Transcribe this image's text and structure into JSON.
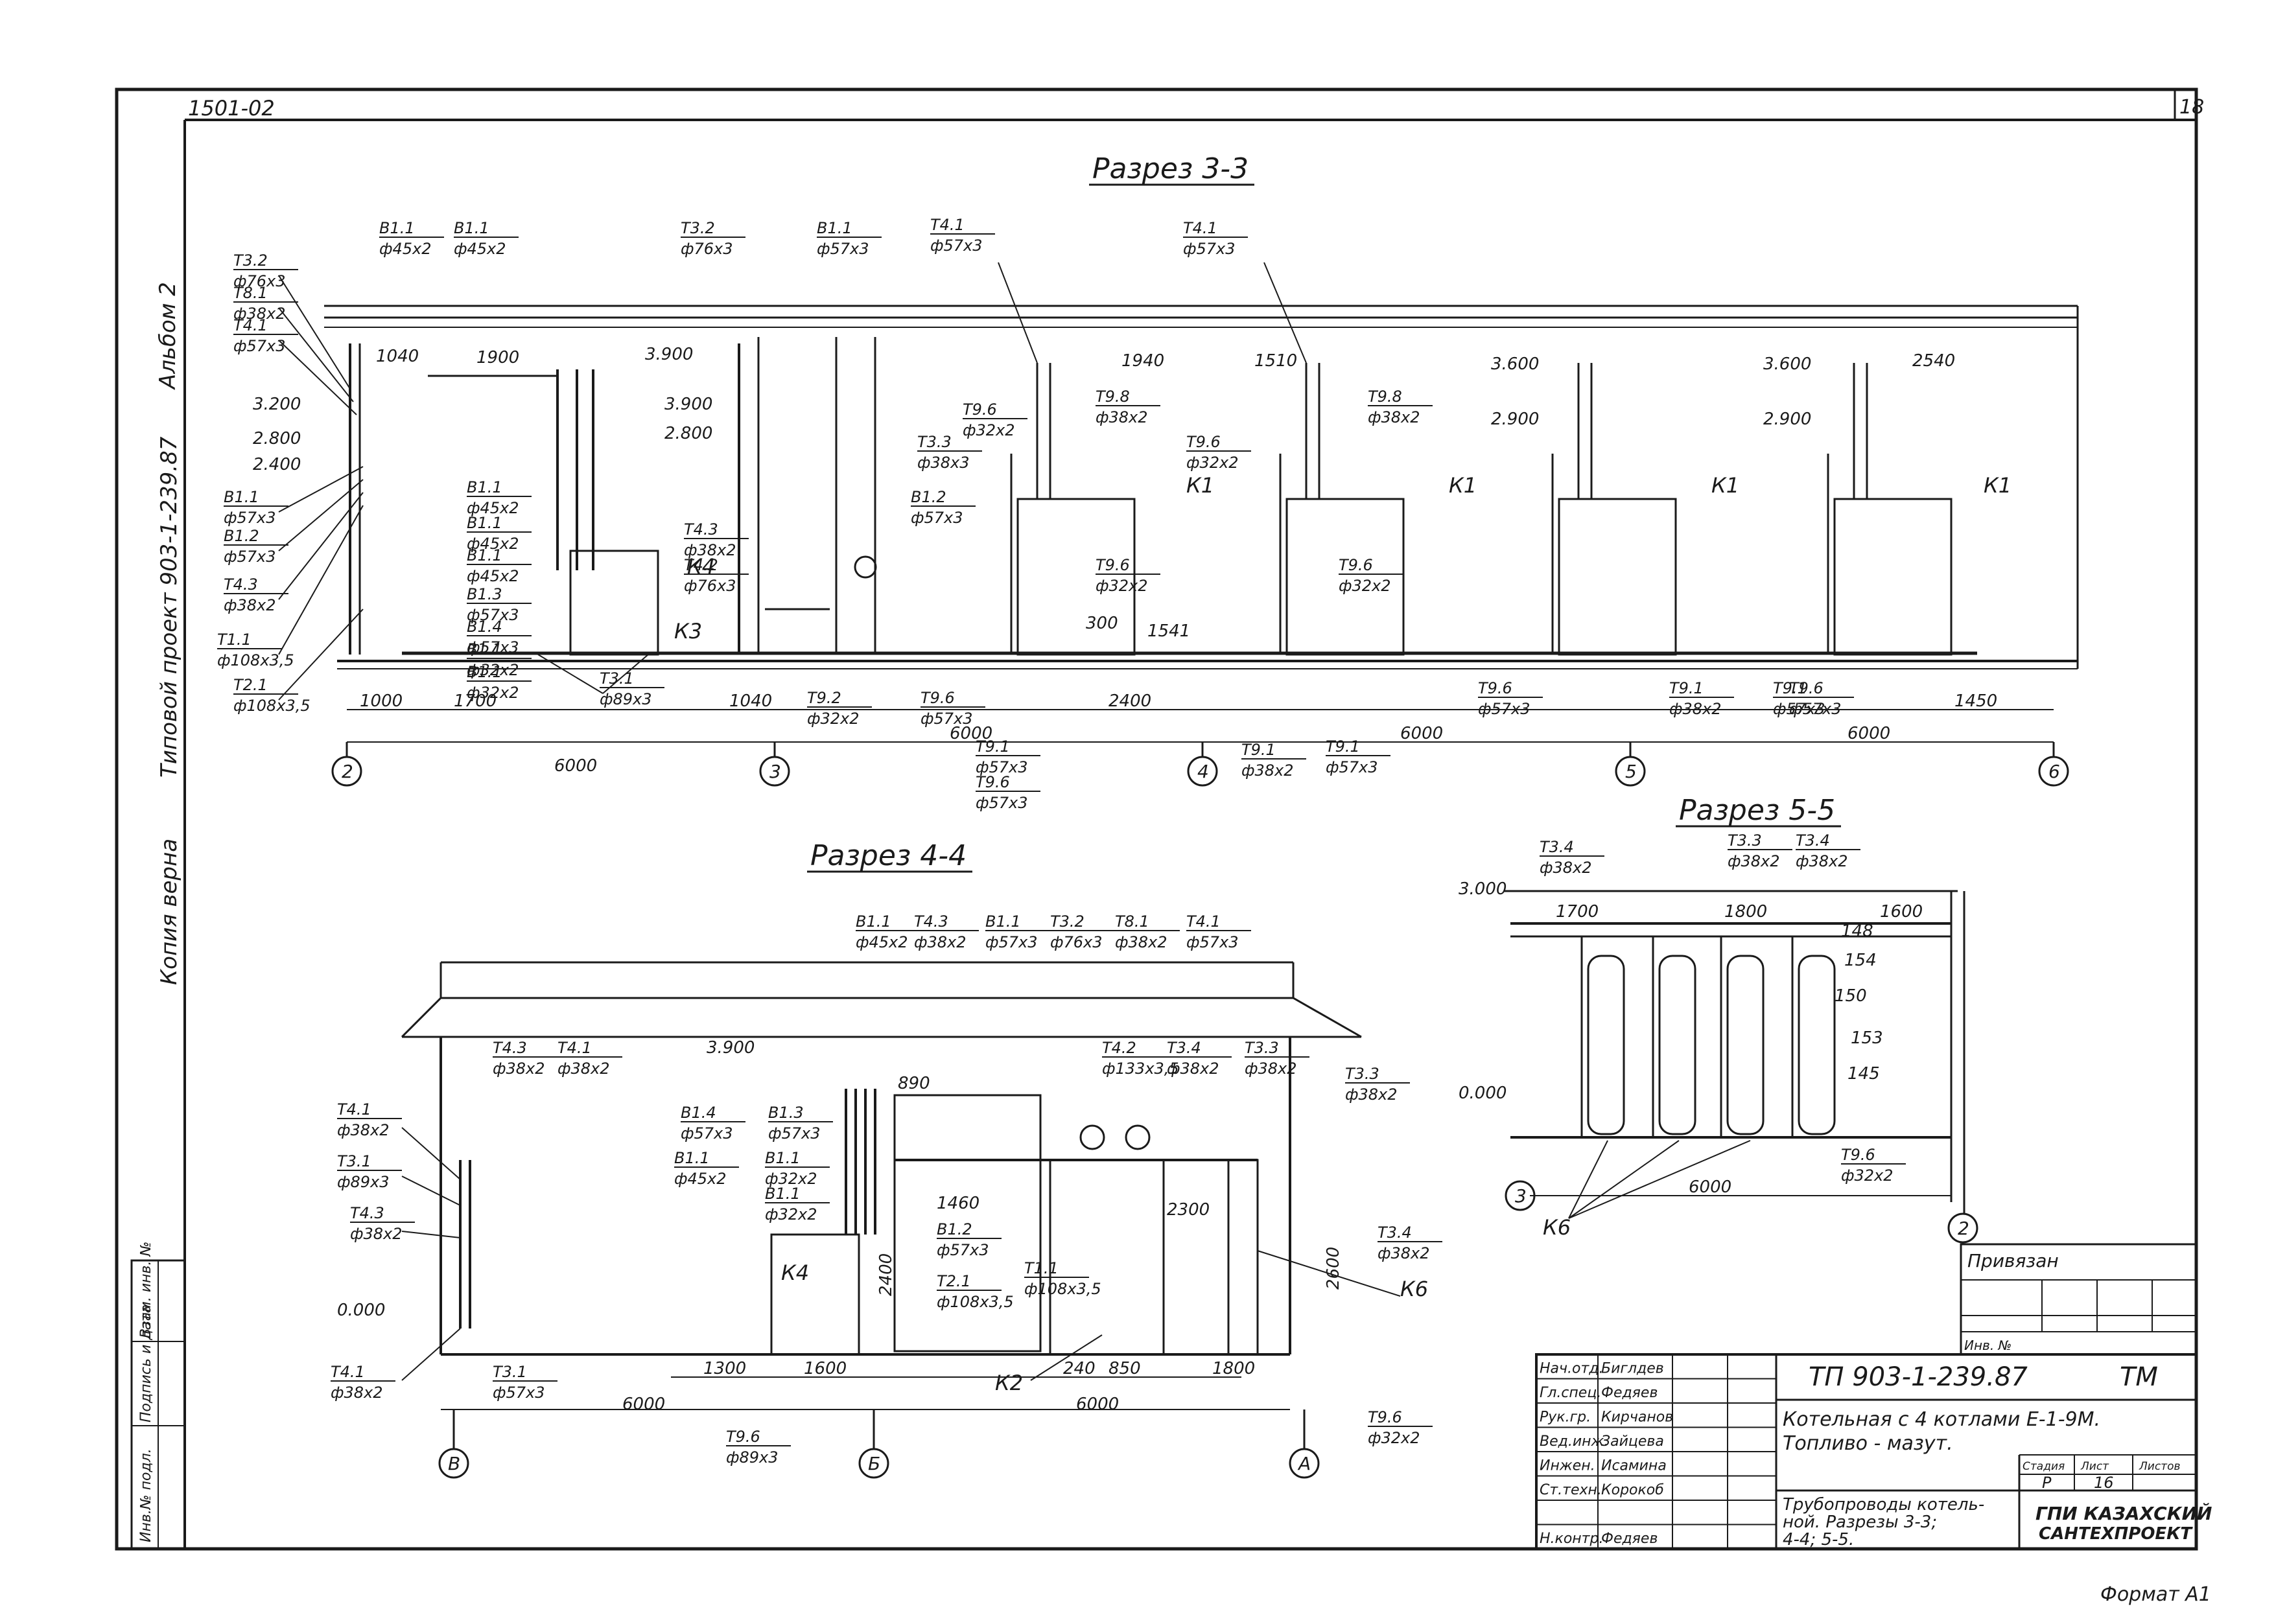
{
  "header": {
    "album_code": "1501-02",
    "sheet_corner": "18"
  },
  "margin_notes": {
    "album": "Альбом 2",
    "project": "Типовой проект 903-1-239.87",
    "copy": "Копия верна"
  },
  "sections": {
    "s33": {
      "title": "Разрез 3-3",
      "axes": [
        "2",
        "3",
        "4",
        "5",
        "6"
      ],
      "spans": [
        "6000",
        "6000",
        "6000",
        "6000"
      ],
      "dims": [
        "1000",
        "1700",
        "1040",
        "2400",
        "1450",
        "1900",
        "1940",
        "1510",
        "2540",
        "1040",
        "300",
        "1541"
      ],
      "levels": [
        "3.900",
        "3.900",
        "3.200",
        "2.800",
        "2.400",
        "2.800",
        "3.600",
        "2.900",
        "3.600",
        "2.900"
      ],
      "equipment": [
        "К1",
        "К1",
        "К1",
        "К1",
        "К3",
        "К4"
      ],
      "labels": [
        {
          "t": "Т3.2",
          "d": "ф76х3"
        },
        {
          "t": "Т8.1",
          "d": "ф38х2"
        },
        {
          "t": "Т4.1",
          "d": "ф57х3"
        },
        {
          "t": "В1.1",
          "d": "ф57х3"
        },
        {
          "t": "В1.2",
          "d": "ф57х3"
        },
        {
          "t": "Т4.3",
          "d": "ф38х2"
        },
        {
          "t": "Т1.1",
          "d": "ф108х3,5"
        },
        {
          "t": "Т2.1",
          "d": "ф108х3,5"
        },
        {
          "t": "В1.1",
          "d": "ф45х2"
        },
        {
          "t": "В1.1",
          "d": "ф45х2"
        },
        {
          "t": "В1.1",
          "d": "ф45х2"
        },
        {
          "t": "В1.1",
          "d": "ф45х2"
        },
        {
          "t": "В1.1",
          "d": "ф45х2"
        },
        {
          "t": "В1.3",
          "d": "ф57х3"
        },
        {
          "t": "В1.4",
          "d": "ф57х3"
        },
        {
          "t": "В1.1",
          "d": "ф32х2"
        },
        {
          "t": "В1.1",
          "d": "ф32х2"
        },
        {
          "t": "Т3.1",
          "d": "ф89х3"
        },
        {
          "t": "Т3.2",
          "d": "ф76х3"
        },
        {
          "t": "Т4.3",
          "d": "ф38х2"
        },
        {
          "t": "Т4.2",
          "d": "ф76х3"
        },
        {
          "t": "В1.1",
          "d": "ф57х3"
        },
        {
          "t": "Т3.3",
          "d": "ф38х3"
        },
        {
          "t": "В1.2",
          "d": "ф57х3"
        },
        {
          "t": "Т9.2",
          "d": "ф32х2"
        },
        {
          "t": "Т9.6",
          "d": "ф57х3"
        },
        {
          "t": "Т4.1",
          "d": "ф57х3"
        },
        {
          "t": "Т9.6",
          "d": "ф32х2"
        },
        {
          "t": "Т9.8",
          "d": "ф38х2"
        },
        {
          "t": "Т9.6",
          "d": "ф32х2"
        },
        {
          "t": "Т9.1",
          "d": "ф57х3"
        },
        {
          "t": "Т9.6",
          "d": "ф57х3"
        },
        {
          "t": "Т4.1",
          "d": "ф57х3"
        },
        {
          "t": "Т9.6",
          "d": "ф32х2"
        },
        {
          "t": "Т9.8",
          "d": "ф38х2"
        },
        {
          "t": "Т9.6",
          "d": "ф32х2"
        },
        {
          "t": "Т9.1",
          "d": "ф38х2"
        },
        {
          "t": "Т9.1",
          "d": "ф57х3"
        },
        {
          "t": "Т9.6",
          "d": "ф57х3"
        },
        {
          "t": "Т9.1",
          "d": "ф38х2"
        },
        {
          "t": "Т9.1",
          "d": "ф57х3"
        },
        {
          "t": "Т9.6",
          "d": "ф57х3"
        }
      ]
    },
    "s44": {
      "title": "Разрез 4-4",
      "axes": [
        "В",
        "Б",
        "А"
      ],
      "spans": [
        "6000",
        "6000"
      ],
      "dims": [
        "1300",
        "1600",
        "240",
        "850",
        "1800",
        "890",
        "1460",
        "2300",
        "2400",
        "2600"
      ],
      "levels": [
        "3.900",
        "0.000"
      ],
      "equipment": [
        "К4",
        "К2",
        "К6"
      ],
      "labels": [
        {
          "t": "В1.1",
          "d": "ф45х2"
        },
        {
          "t": "Т4.3",
          "d": "ф38х2"
        },
        {
          "t": "В1.1",
          "d": "ф57х3"
        },
        {
          "t": "Т3.2",
          "d": "ф76х3"
        },
        {
          "t": "Т8.1",
          "d": "ф38х2"
        },
        {
          "t": "Т4.1",
          "d": "ф57х3"
        },
        {
          "t": "Т4.3",
          "d": "ф38х2"
        },
        {
          "t": "Т4.1",
          "d": "ф38х2"
        },
        {
          "t": "Т4.1",
          "d": "ф38х2"
        },
        {
          "t": "Т3.1",
          "d": "ф89х3"
        },
        {
          "t": "Т4.3",
          "d": "ф38х2"
        },
        {
          "t": "Т4.1",
          "d": "ф38х2"
        },
        {
          "t": "Т3.1",
          "d": "ф57х3"
        },
        {
          "t": "В1.4",
          "d": "ф57х3"
        },
        {
          "t": "В1.3",
          "d": "ф57х3"
        },
        {
          "t": "В1.1",
          "d": "ф45х2"
        },
        {
          "t": "В1.1",
          "d": "ф32х2"
        },
        {
          "t": "В1.1",
          "d": "ф32х2"
        },
        {
          "t": "В1.2",
          "d": "ф57х3"
        },
        {
          "t": "Т2.1",
          "d": "ф108х3,5"
        },
        {
          "t": "Т1.1",
          "d": "ф108х3,5"
        },
        {
          "t": "Т4.2",
          "d": "ф133х3,5"
        },
        {
          "t": "Т3.4",
          "d": "ф38х2"
        },
        {
          "t": "Т3.3",
          "d": "ф38х2"
        },
        {
          "t": "Т3.3",
          "d": "ф38х2"
        },
        {
          "t": "Т3.4",
          "d": "ф38х2"
        },
        {
          "t": "Т9.6",
          "d": "ф89х3"
        },
        {
          "t": "Т9.6",
          "d": "ф32х2"
        }
      ]
    },
    "s55": {
      "title": "Разрез 5-5",
      "axes": [
        "3",
        "2"
      ],
      "spans": [
        "6000"
      ],
      "dims": [
        "1700",
        "1800",
        "1600"
      ],
      "levels": [
        "3.000",
        "0.000"
      ],
      "equipment": [
        "К6"
      ],
      "labels": [
        {
          "t": "Т3.4",
          "d": "ф38х2"
        },
        {
          "t": "Т3.3",
          "d": "ф38х2"
        },
        {
          "t": "Т3.4",
          "d": "ф38х2"
        },
        {
          "t": "Т9.6",
          "d": "ф32х2"
        }
      ],
      "callouts": [
        "148",
        "154",
        "150",
        "153",
        "145"
      ]
    }
  },
  "side_stamp": [
    "Инв.№ подл.",
    "Подпись и дата",
    "Взам. инв. №"
  ],
  "privyazan": {
    "title": "Привязан",
    "inv": "Инв. №"
  },
  "title_block": {
    "code": "ТП 903-1-239.87",
    "mark": "ТМ",
    "desc1": "Котельная с 4 котлами Е-1-9М.",
    "desc2": "Топливо - мазут.",
    "sheet_title": [
      "Трубопроводы котель-",
      "ной. Разрезы 3-3;",
      "4-4; 5-5."
    ],
    "stage_h": "Стадия",
    "sheet_h": "Лист",
    "sheets_h": "Листов",
    "stage": "Р",
    "sheet": "16",
    "org1": "ГПИ КАЗАХСКИЙ",
    "org2": "САНТЕХПРОЕКТ",
    "staff": [
      {
        "role": "Нач.отд.",
        "name": "Биглдев"
      },
      {
        "role": "Гл.спец.",
        "name": "Федяев"
      },
      {
        "role": "Рук.гр.",
        "name": "Кирчанов"
      },
      {
        "role": "Вед.инж.",
        "name": "Зайцева"
      },
      {
        "role": "Инжен.",
        "name": "Исамина"
      },
      {
        "role": "Ст.техн.",
        "name": "Корокоб"
      },
      {
        "role": "",
        "name": ""
      },
      {
        "role": "Н.контр.",
        "name": "Федяев"
      }
    ]
  },
  "format": "Формат А1"
}
